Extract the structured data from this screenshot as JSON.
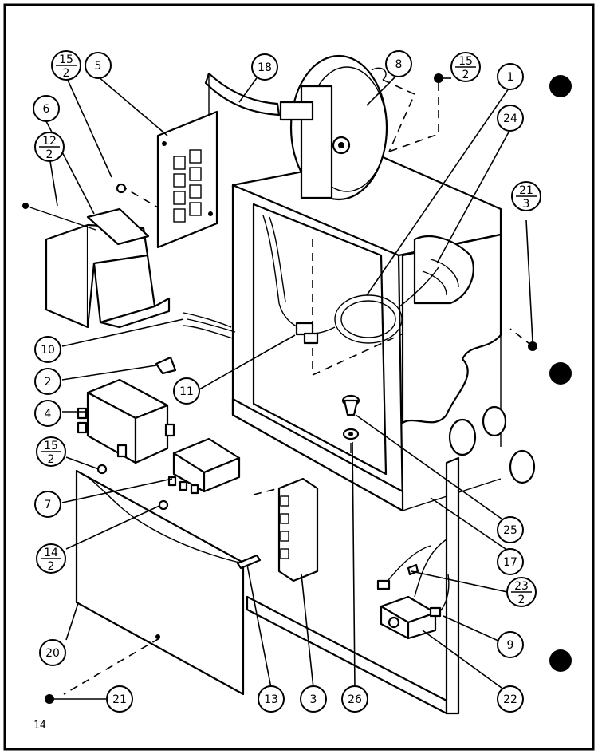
{
  "page_number": "14",
  "callouts": {
    "c1": "1",
    "c2": "2",
    "c3": "3",
    "c4": "4",
    "c5": "5",
    "c6": "6",
    "c7": "7",
    "c8": "8",
    "c9": "9",
    "c10": "10",
    "c11": "11",
    "c13": "13",
    "c17": "17",
    "c18": "18",
    "c20": "20",
    "c21": "21",
    "c22": "22",
    "c24": "24",
    "c25": "25",
    "c26": "26"
  },
  "fractions": {
    "f15_2_left": {
      "num": "15",
      "den": "2"
    },
    "f15_2_right": {
      "num": "15",
      "den": "2"
    },
    "f12_2": {
      "num": "12",
      "den": "2"
    },
    "f21_3": {
      "num": "21",
      "den": "3"
    },
    "f15_2_mid": {
      "num": "15",
      "den": "2"
    },
    "f14_2": {
      "num": "14",
      "den": "2"
    },
    "f23_2": {
      "num": "23",
      "den": "2"
    }
  }
}
